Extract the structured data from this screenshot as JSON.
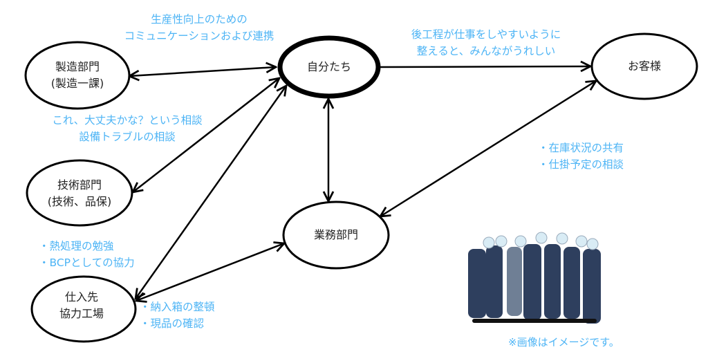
{
  "nodes": {
    "self": "自分たち",
    "manufacturing": [
      "製造部門",
      "(製造一課)"
    ],
    "engineering": [
      "技術部門",
      "(技術、品保)"
    ],
    "supplier": [
      "仕入先",
      "協力工場"
    ],
    "operations": "業務部門",
    "customer": "お客様"
  },
  "notes": {
    "manufacturing": [
      "生産性向上のための",
      "コミュニケーションおよび連携"
    ],
    "customer": [
      "後工程が仕事をしやすいように",
      "整えると、みんながうれしい"
    ],
    "engineering": [
      "これ、大丈夫かな？という相談",
      "設備トラブルの相談"
    ],
    "operations_customer": [
      "・在庫状況の共有",
      "・仕掛予定の相談"
    ],
    "supplier_self": [
      "・熱処理の勉強",
      "・BCPとしての協力"
    ],
    "supplier_operations": [
      "・納入箱の整頓",
      "・現品の確認"
    ]
  },
  "caption": "※画像はイメージです。",
  "colors": {
    "note": "#4db4f5",
    "line": "#000000"
  }
}
